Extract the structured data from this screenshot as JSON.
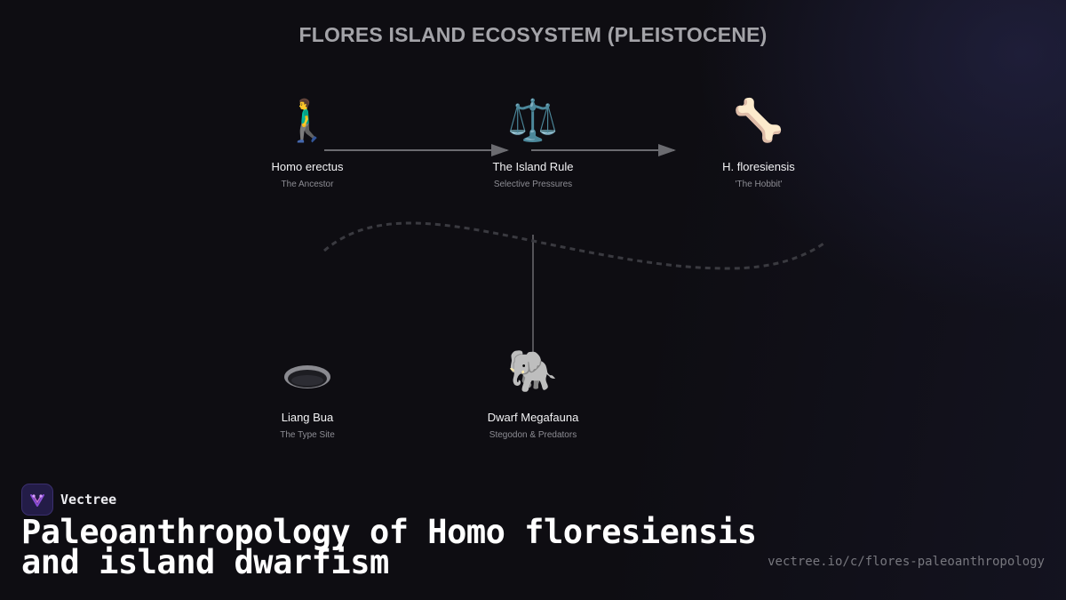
{
  "diagram": {
    "title": "FLORES ISLAND ECOSYSTEM (PLEISTOCENE)",
    "nodes": [
      {
        "id": "homo-erectus",
        "emoji": "🚶‍♂️",
        "icon": "walking-man-icon",
        "label": "Homo erectus",
        "sub": "The Ancestor"
      },
      {
        "id": "island-rule",
        "emoji": "⚖️",
        "icon": "scales-icon",
        "label": "The Island Rule",
        "sub": "Selective Pressures"
      },
      {
        "id": "h-floresiensis",
        "emoji": "🦴",
        "icon": "bone-icon",
        "label": "H. floresiensis",
        "sub": "'The Hobbit'"
      },
      {
        "id": "liang-bua",
        "emoji": "🕳️",
        "icon": "cave-hole-icon",
        "label": "Liang Bua",
        "sub": "The Type Site"
      },
      {
        "id": "dwarf-megafauna",
        "emoji": "🐘",
        "icon": "elephant-icon",
        "label": "Dwarf Megafauna",
        "sub": "Stegodon & Predators"
      }
    ],
    "edges": [
      {
        "from": "homo-erectus",
        "to": "island-rule",
        "style": "arrow"
      },
      {
        "from": "island-rule",
        "to": "h-floresiensis",
        "style": "arrow"
      },
      {
        "from": "island-rule",
        "to": "dwarf-megafauna",
        "style": "line"
      },
      {
        "from": "liang-bua",
        "to": "h-floresiensis",
        "style": "dashed-curve"
      }
    ]
  },
  "brand": {
    "name": "Vectree",
    "icon": "vectree-logo-icon"
  },
  "headline": "Paleoanthropology of Homo floresiensis and island dwarfism",
  "url": "vectree.io/c/flores-paleoanthropology",
  "colors": {
    "background": "#0e0d12",
    "edge": "#6b6b70",
    "title": "#a3a3a8",
    "accent": "#8a4cd8"
  }
}
